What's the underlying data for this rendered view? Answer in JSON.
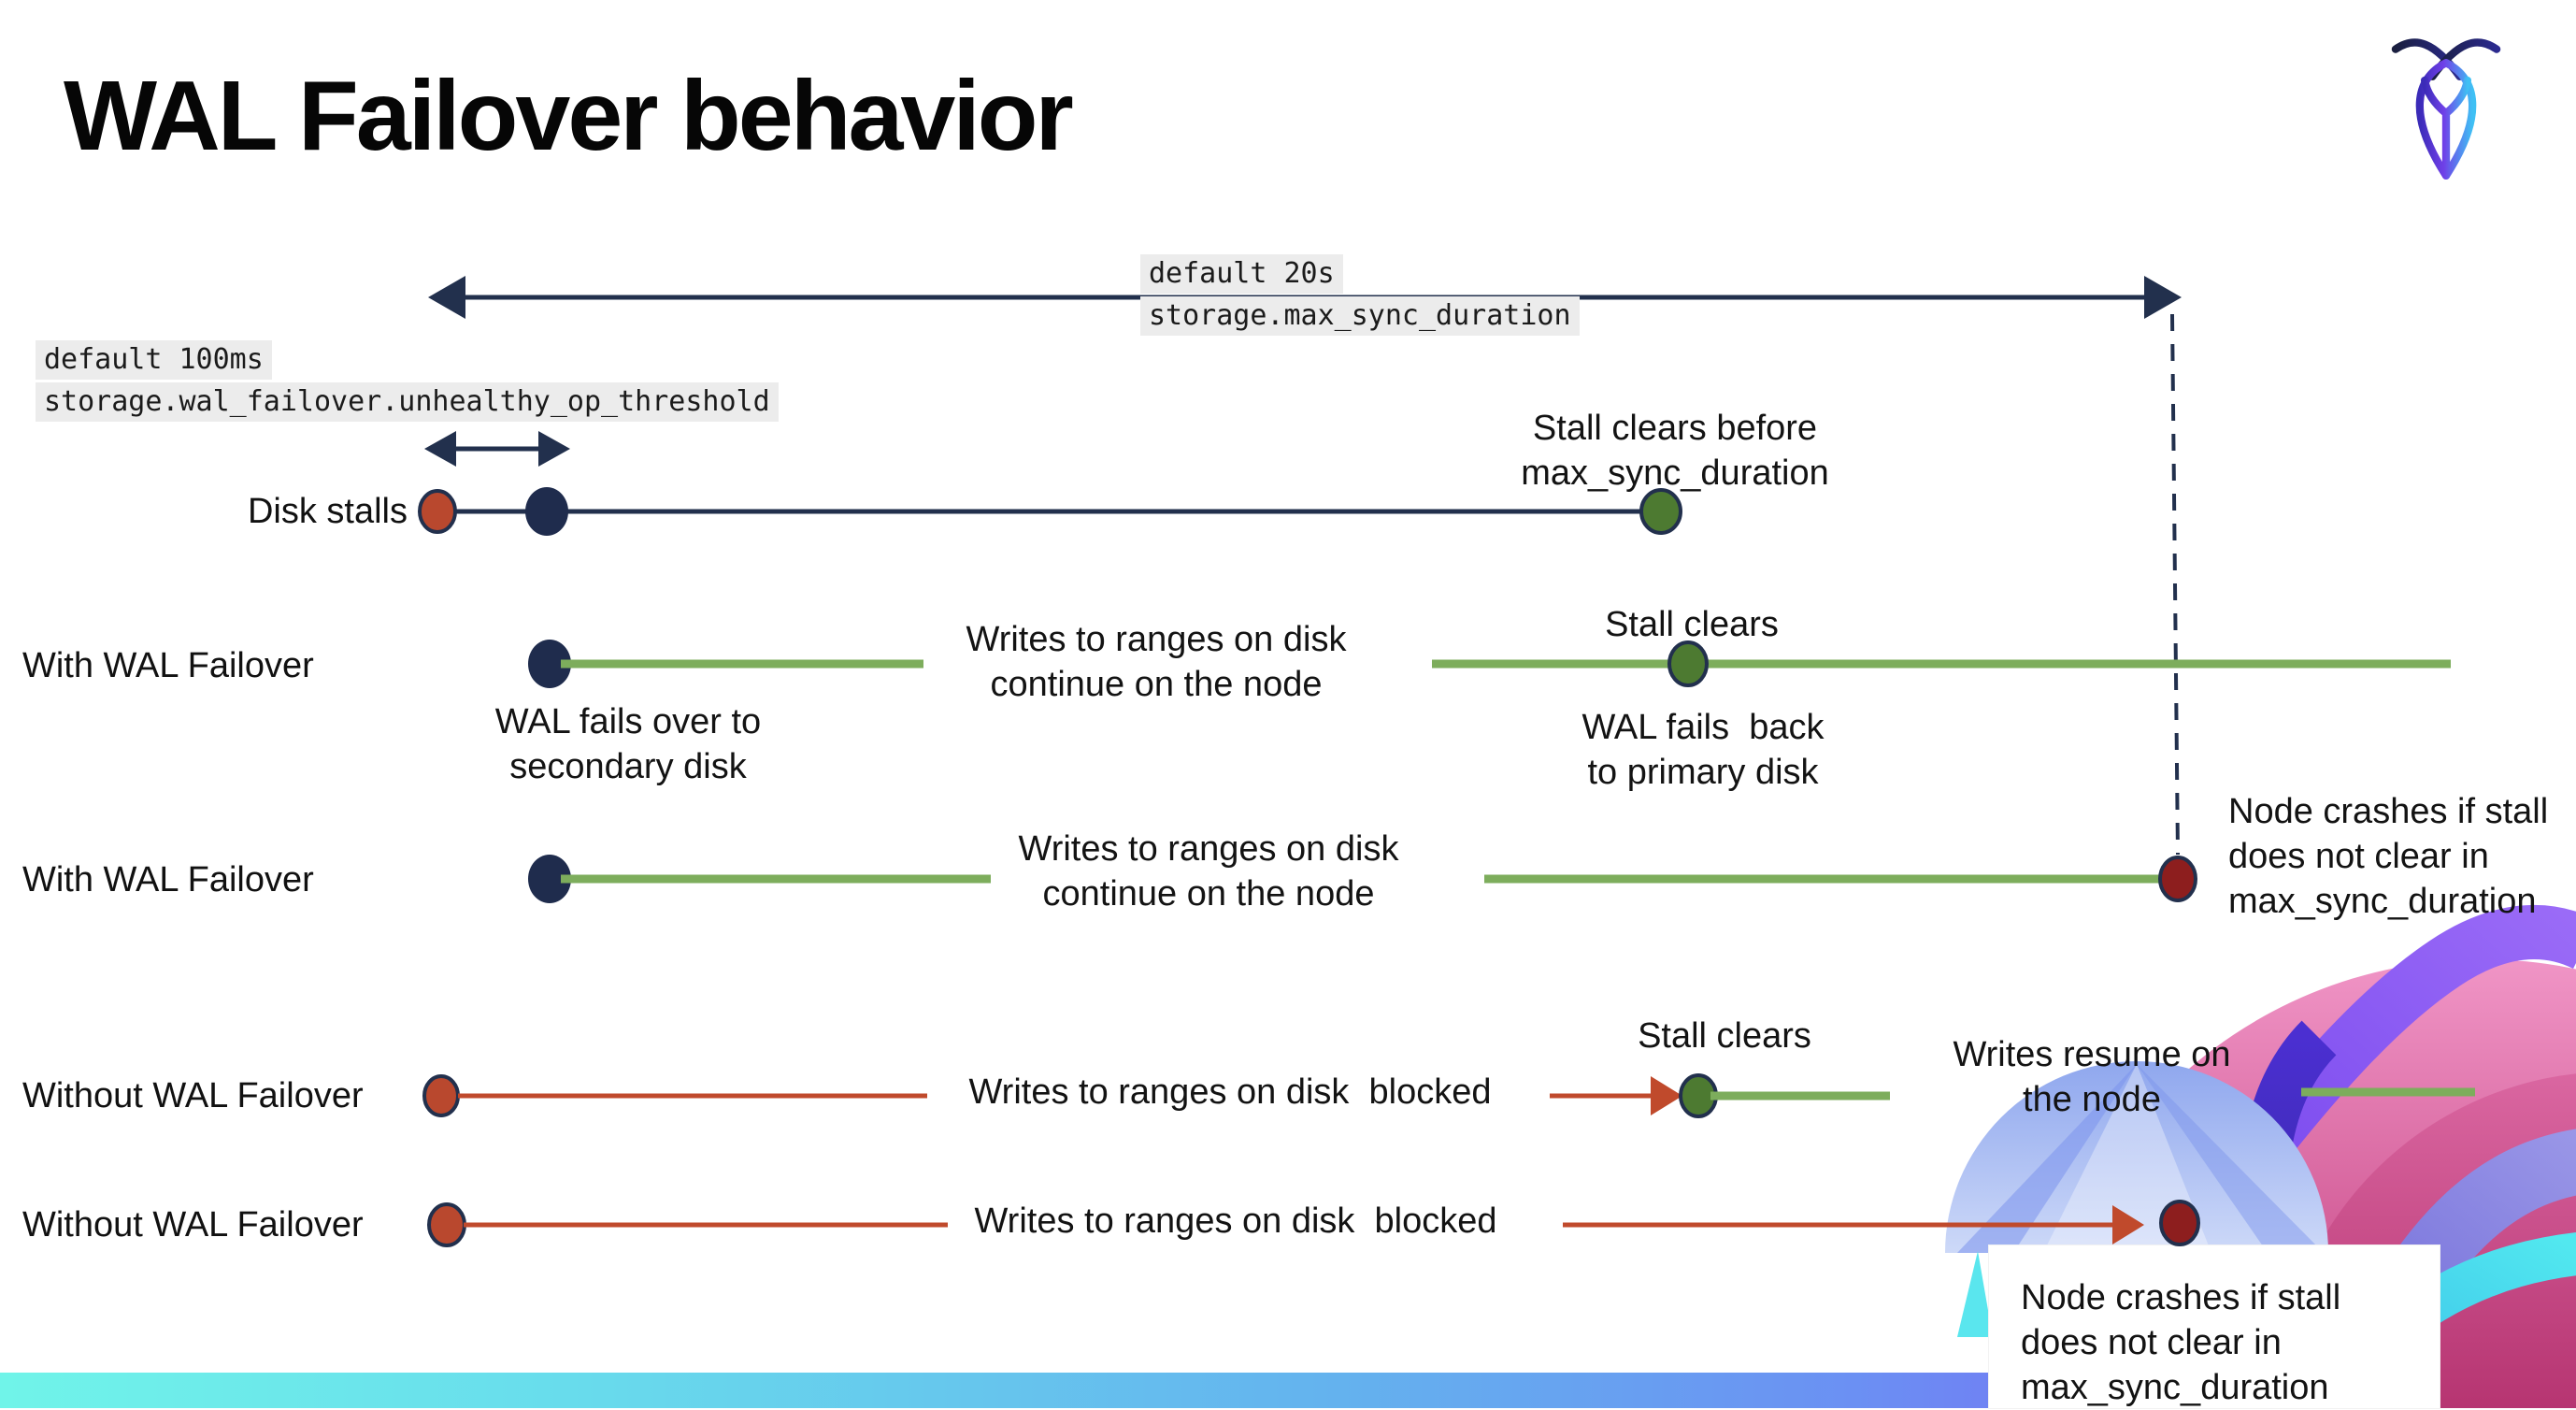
{
  "title": "WAL Failover behavior",
  "colors": {
    "navy": "#22304d",
    "green_line": "#7dad5c",
    "green_dot": "#4d7a31",
    "red_line": "#c04a2c",
    "red_dot": "#b9482e",
    "crash_dot": "#8d1e1e",
    "label_bg": "#ececec",
    "bar_gradient_left": "#70f4e9",
    "bar_gradient_right": "#8556f0"
  },
  "config_labels": {
    "max_sync": {
      "default": "default 20s",
      "setting": "storage.max_sync_duration"
    },
    "threshold": {
      "default": "default 100ms",
      "setting": "storage.wal_failover.unhealthy_op_threshold"
    }
  },
  "rows": [
    {
      "label": "Disk stalls"
    },
    {
      "label": "With WAL Failover"
    },
    {
      "label": "With WAL Failover"
    },
    {
      "label": "Without WAL Failover"
    },
    {
      "label": "Without WAL Failover"
    }
  ],
  "annotations": {
    "row1_stall": "Stall clears before\nmax_sync_duration",
    "row2_writes": "Writes to ranges on disk\ncontinue on the node",
    "row2_stall": "Stall clears",
    "row2_failover": "WAL fails over to\nsecondary disk",
    "row2_failback": "WAL fails  back\nto primary disk",
    "row3_writes": "Writes to ranges on disk\ncontinue on the node",
    "row3_crash": "Node crashes if stall\ndoes not clear in\nmax_sync_duration",
    "row4_writes": "Writes to ranges on disk  blocked",
    "row4_stall": "Stall clears",
    "row4_resume": "Writes resume on\nthe node",
    "row5_writes": "Writes to ranges on disk  blocked",
    "row5_crash": "Node crashes if stall\ndoes not clear in\nmax_sync_duration"
  }
}
